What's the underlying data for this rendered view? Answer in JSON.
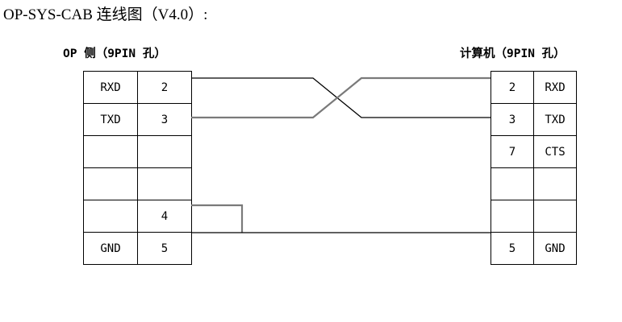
{
  "title": "OP-SYS-CAB 连线图（V4.0）:",
  "headers": {
    "left": "OP 侧（9PIN 孔）",
    "right": "计算机（9PIN 孔）"
  },
  "colors": {
    "wire_dark": "#000000",
    "wire_gray": "#7a7a7a",
    "border": "#000000",
    "background": "#ffffff"
  },
  "left_table": {
    "rows": [
      {
        "signal": "RXD",
        "pin": "2"
      },
      {
        "signal": "TXD",
        "pin": "3"
      },
      {
        "signal": "",
        "pin": ""
      },
      {
        "signal": "",
        "pin": ""
      },
      {
        "signal": "",
        "pin": "4"
      },
      {
        "signal": "GND",
        "pin": "5"
      }
    ]
  },
  "right_table": {
    "rows": [
      {
        "pin": "2",
        "signal": "RXD"
      },
      {
        "pin": "3",
        "signal": "TXD"
      },
      {
        "pin": "7",
        "signal": "CTS"
      },
      {
        "pin": "",
        "signal": ""
      },
      {
        "pin": "",
        "signal": ""
      },
      {
        "pin": "5",
        "signal": "GND"
      }
    ]
  },
  "connections": [
    {
      "name": "rxd-to-txd-crossover",
      "from": "OP pin 2 (RXD)",
      "to": "PC pin 3 (TXD)",
      "style": "crossed"
    },
    {
      "name": "txd-to-rxd-crossover",
      "from": "OP pin 3 (TXD)",
      "to": "PC pin 2 (RXD)",
      "style": "crossed"
    },
    {
      "name": "pin4-to-gnd-stub",
      "from": "OP pin 4",
      "to": "OP pin 5 (GND) line",
      "style": "stub"
    },
    {
      "name": "gnd-to-gnd",
      "from": "OP pin 5 (GND)",
      "to": "PC pin 5 (GND)",
      "style": "straight"
    }
  ]
}
